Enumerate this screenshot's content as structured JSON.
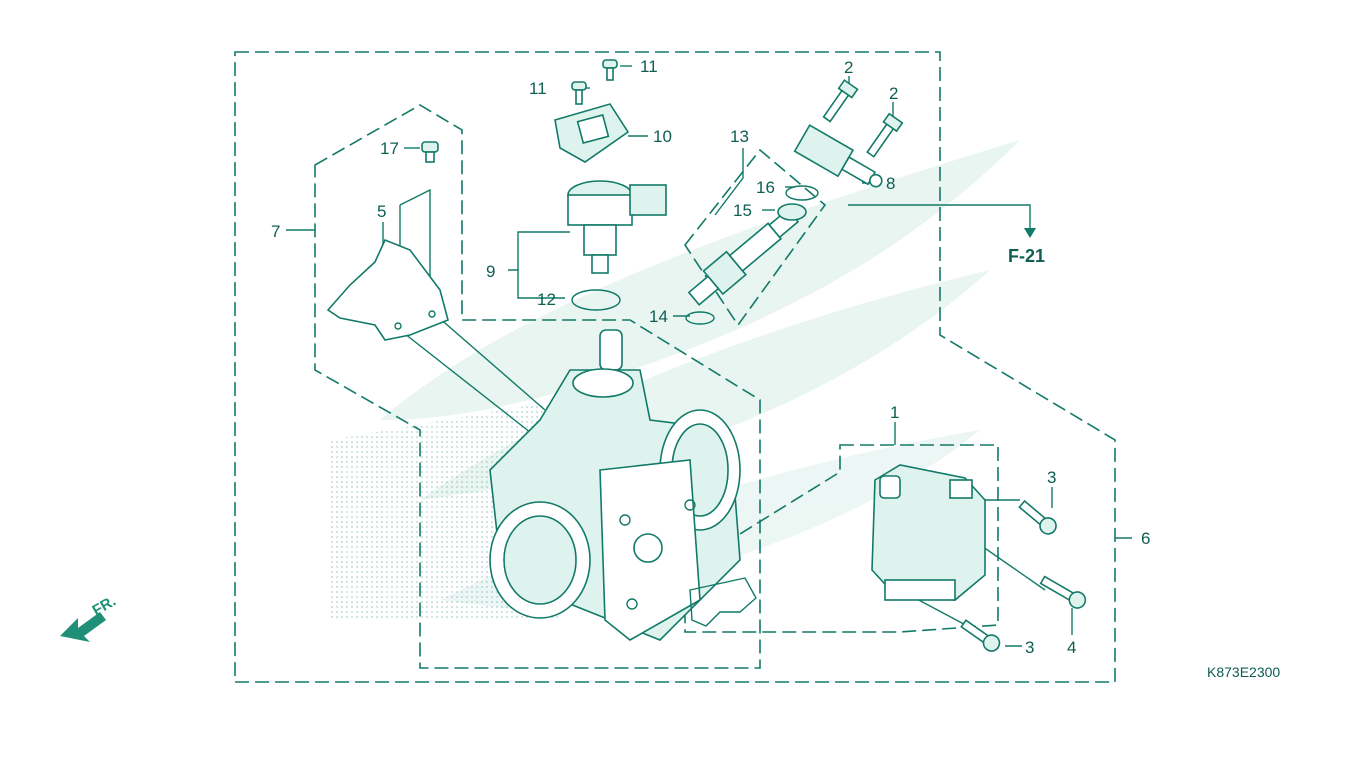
{
  "callouts": {
    "c1": "1",
    "c2a": "2",
    "c2b": "2",
    "c3a": "3",
    "c3b": "3",
    "c4": "4",
    "c5": "5",
    "c6": "6",
    "c7": "7",
    "c8": "8",
    "c9": "9",
    "c10": "10",
    "c11a": "11",
    "c11b": "11",
    "c12": "12",
    "c13": "13",
    "c14": "14",
    "c15": "15",
    "c16": "16",
    "c17": "17"
  },
  "reference": "F-21",
  "direction_label": "FR.",
  "diagram_code": "K873E2300",
  "colors": {
    "ink": "#127a68",
    "text": "#0e5e52",
    "watermark": "#d8efe9",
    "accent": "#1f8f78"
  }
}
